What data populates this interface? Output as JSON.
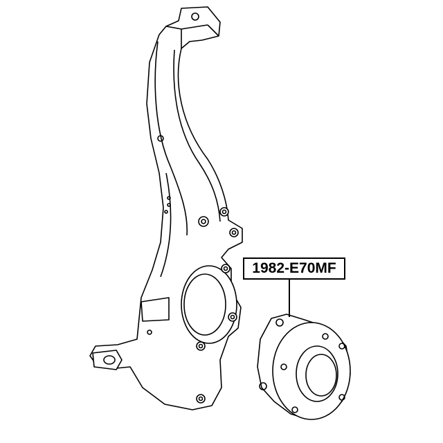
{
  "diagram": {
    "part_number_label": "1982-E70MF",
    "components": [
      "steering-knuckle",
      "wheel-hub-bearing"
    ],
    "line_color": "#000000",
    "fill_color": "#ffffff"
  }
}
